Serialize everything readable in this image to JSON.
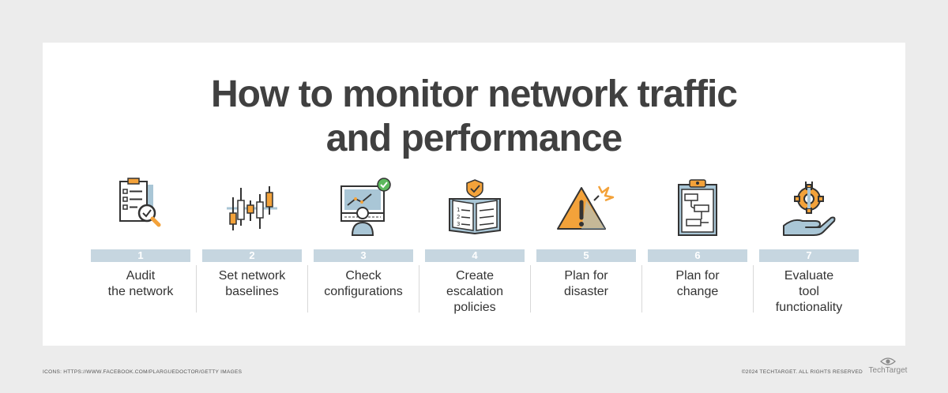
{
  "title": {
    "line1": "How to monitor network traffic",
    "line2": "and performance"
  },
  "steps": [
    {
      "number": "1",
      "label_lines": [
        "Audit",
        "the network"
      ],
      "icon": "clipboard-magnifier-icon"
    },
    {
      "number": "2",
      "label_lines": [
        "Set network",
        "baselines"
      ],
      "icon": "candlestick-chart-icon"
    },
    {
      "number": "3",
      "label_lines": [
        "Check",
        "configurations"
      ],
      "icon": "computer-user-check-icon"
    },
    {
      "number": "4",
      "label_lines": [
        "Create",
        "escalation",
        "policies"
      ],
      "icon": "policy-book-shield-icon"
    },
    {
      "number": "5",
      "label_lines": [
        "Plan for",
        "disaster"
      ],
      "icon": "warning-alert-icon"
    },
    {
      "number": "6",
      "label_lines": [
        "Plan for",
        "change"
      ],
      "icon": "clipboard-flowchart-icon"
    },
    {
      "number": "7",
      "label_lines": [
        "Evaluate",
        "tool",
        "functionality"
      ],
      "icon": "hand-wrench-gear-icon"
    }
  ],
  "footer": {
    "credit": "ICONS: HTTPS://WWW.FACEBOOK.COM/PLARGUEDOCTOR/GETTY IMAGES",
    "copyright": "©2024 TECHTARGET. ALL RIGHTS RESERVED",
    "logo_text": "TechTarget"
  },
  "colors": {
    "title": "#404040",
    "number_bar": "#c6d6e0",
    "icon_accent_blue": "#a9c6d6",
    "icon_accent_orange": "#f3a23a",
    "icon_accent_green": "#5cb85c",
    "card_background": "#ffffff",
    "page_background": "#ececec"
  }
}
